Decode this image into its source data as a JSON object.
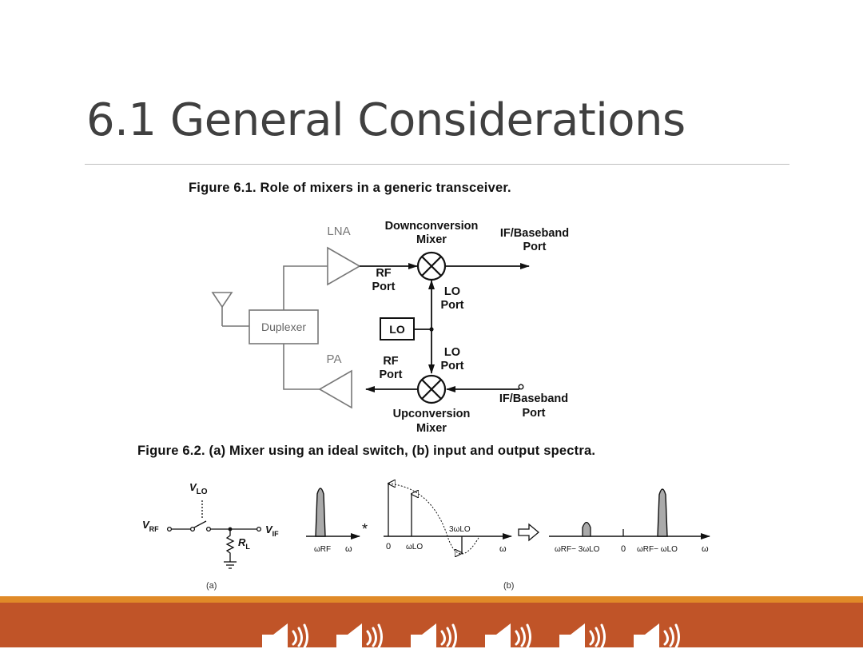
{
  "slide": {
    "title": "6.1 General Considerations"
  },
  "figure1": {
    "caption": "Figure 6.1. Role of mixers in a generic transceiver.",
    "labels": {
      "lna": "LNA",
      "pa": "PA",
      "down_mixer_1": "Downconversion",
      "down_mixer_2": "Mixer",
      "up_mixer_1": "Upconversion",
      "up_mixer_2": "Mixer",
      "if_top_1": "IF/Baseband",
      "if_top_2": "Port",
      "if_bot_1": "IF/Baseband",
      "if_bot_2": "Port",
      "rf_top_1": "RF",
      "rf_top_2": "Port",
      "rf_bot_1": "RF",
      "rf_bot_2": "Port",
      "lo_top_1": "LO",
      "lo_top_2": "Port",
      "lo_bot_1": "LO",
      "lo_bot_2": "Port",
      "lo_box": "LO",
      "duplexer": "Duplexer"
    }
  },
  "figure2": {
    "caption": "Figure 6.2. (a) Mixer using an ideal switch, (b) input and output spectra.",
    "a": {
      "vlo": "V",
      "vlo_sub": "LO",
      "vrf": "V",
      "vrf_sub": "RF",
      "vif": "V",
      "vif_sub": "IF",
      "rl": "R",
      "rl_sub": "L",
      "tag": "(a)"
    },
    "b": {
      "w_rf": "ωRF",
      "w1": "ω",
      "star": "*",
      "zero1": "0",
      "w_lo": "ωLO",
      "three_wlo": "3ωLO",
      "w2": "ω",
      "out_left": "ωRF− 3ωLO",
      "zero2": "0",
      "out_right": "ωRF− ωLO",
      "w3": "ω",
      "tag": "(b)"
    }
  },
  "footer": {
    "audio_icons": [
      "speaker-icon",
      "speaker-icon",
      "speaker-icon",
      "speaker-icon",
      "speaker-icon",
      "speaker-icon"
    ],
    "colors": {
      "bar": "#c05428",
      "bar_accent": "#e08a28",
      "title": "#404040"
    }
  }
}
